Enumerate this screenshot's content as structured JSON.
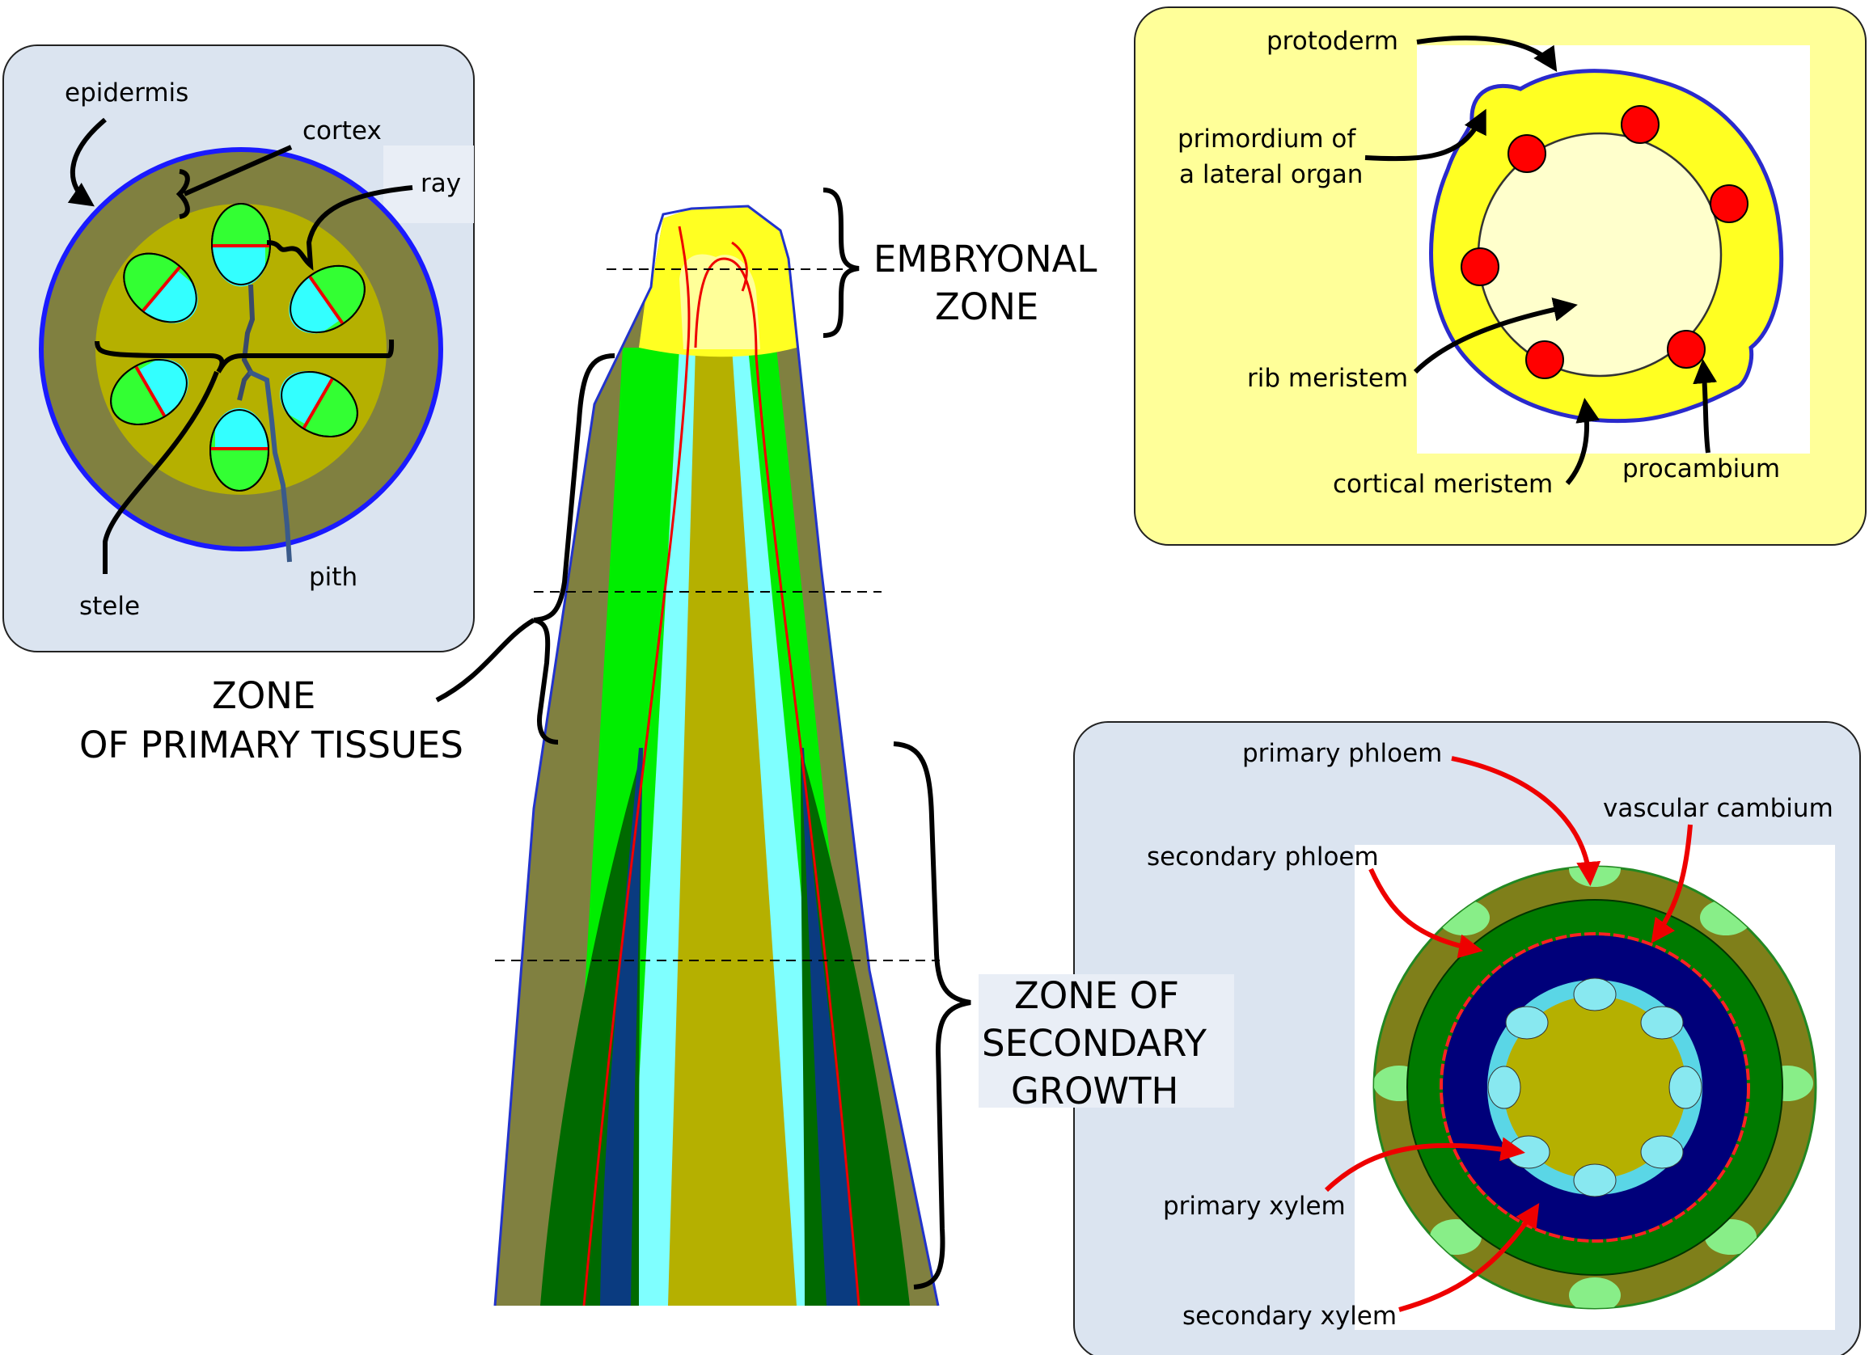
{
  "zones": {
    "embryonal": [
      "EMBRYONAL",
      "ZONE"
    ],
    "primary": [
      "ZONE",
      "OF PRIMARY TISSUES"
    ],
    "secondary": [
      "ZONE OF",
      "SECONDARY",
      "GROWTH"
    ]
  },
  "primary_section": {
    "epidermis": "epidermis",
    "cortex": "cortex",
    "ray": "ray",
    "pith": "pith",
    "stele": "stele"
  },
  "apex_section": {
    "protoderm": "protoderm",
    "primordium": [
      "primordium of",
      "a lateral organ"
    ],
    "rib_meristem": "rib meristem",
    "cortical_meristem": "cortical meristem",
    "procambium": "procambium"
  },
  "secondary_section": {
    "primary_phloem": "primary phloem",
    "vascular_cambium": "vascular cambium",
    "secondary_phloem": "secondary phloem",
    "primary_xylem": "primary xylem",
    "secondary_xylem": "secondary xylem"
  },
  "colors": {
    "panel_blue": "#dbe4f0",
    "panel_yellow": "#ffff99",
    "epidermis": "#1a1aff",
    "cortex": "#7f7f40",
    "stele": "#b5b000",
    "bundle_green": "#33ff33",
    "bundle_cyan": "#33ffff",
    "meristem_yellow": "#ffff22",
    "procambium_red": "#ff0000",
    "cambium_green": "#007a00",
    "xylem_navy": "#00007a"
  }
}
